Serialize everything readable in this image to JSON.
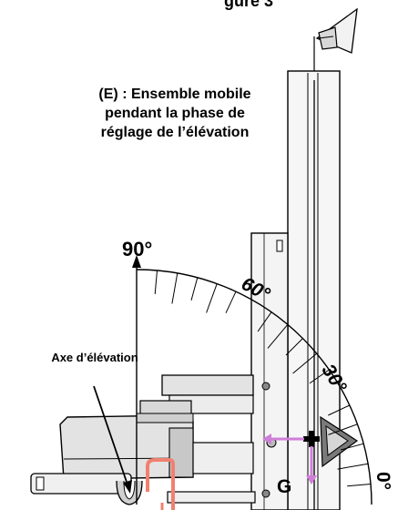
{
  "caption_top": "gure 3",
  "assembly_label": "(E) : Ensemble mobile pendant la phase de réglage de l’élévation",
  "axis_label": "Axe d’élévation",
  "scale": {
    "angles": {
      "a90": "90°",
      "a60": "60°",
      "a30": "30°",
      "a0": "0°"
    }
  },
  "cog_label": "G",
  "colors": {
    "ink": "#000000",
    "part_fill": "#e3e3e3",
    "part_shade": "#c8c8c8",
    "vector_arrows": "#cf7fd8",
    "cable": "#f08070"
  }
}
